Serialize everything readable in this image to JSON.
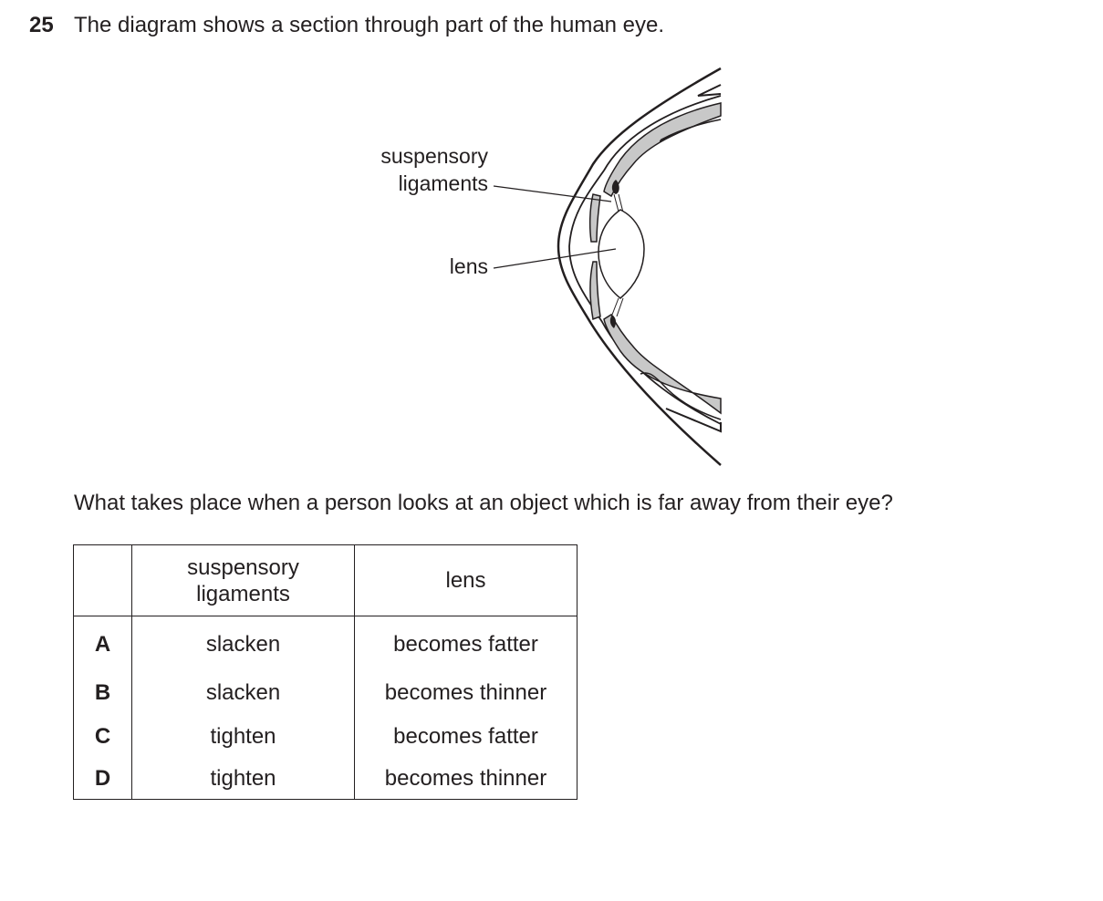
{
  "question": {
    "number": "25",
    "text": "The diagram shows a section through part of the human eye.",
    "prompt": "What takes place when a person looks at an object which is far away from their eye?"
  },
  "diagram": {
    "labels": {
      "suspensory_line1": "suspensory",
      "suspensory_line2": "ligaments",
      "lens": "lens"
    }
  },
  "table": {
    "headers": [
      "",
      "suspensory\nligaments",
      "lens"
    ],
    "header_suspensory_line1": "suspensory",
    "header_suspensory_line2": "ligaments",
    "header_lens": "lens",
    "rows": [
      {
        "letter": "A",
        "ligaments": "slacken",
        "lens": "becomes fatter"
      },
      {
        "letter": "B",
        "ligaments": "slacken",
        "lens": "becomes thinner"
      },
      {
        "letter": "C",
        "ligaments": "tighten",
        "lens": "becomes fatter"
      },
      {
        "letter": "D",
        "ligaments": "tighten",
        "lens": "becomes thinner"
      }
    ]
  }
}
